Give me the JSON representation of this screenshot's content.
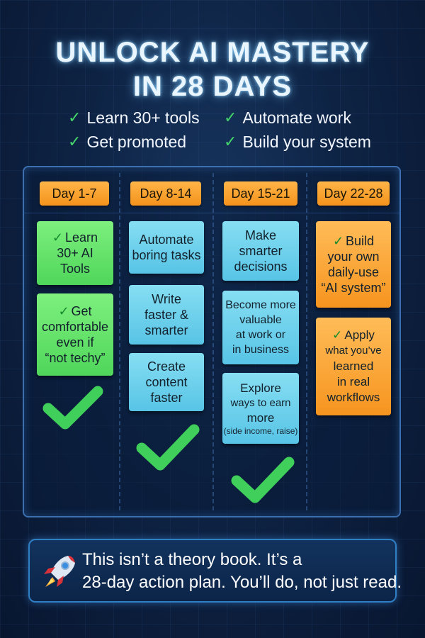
{
  "title": {
    "line1": "UNLOCK AI MASTERY",
    "line2": "IN 28 DAYS"
  },
  "benefits": [
    "Learn 30+ tools",
    "Automate work",
    "Get promoted",
    "Build your system"
  ],
  "columns": [
    {
      "day": "Day 1-7",
      "color": "green",
      "cards": [
        {
          "lines": [
            "Learn",
            "30+ AI",
            "Tools"
          ],
          "check": true
        },
        {
          "lines": [
            "Get",
            "comfortable",
            "even if",
            "“not techy”"
          ],
          "check": true
        }
      ]
    },
    {
      "day": "Day 8-14",
      "color": "blue",
      "cards": [
        {
          "lines": [
            "Automate",
            "boring tasks"
          ]
        },
        {
          "lines": [
            "Write",
            "faster &",
            "smarter"
          ]
        },
        {
          "lines": [
            "Create",
            "content",
            "faster"
          ]
        }
      ]
    },
    {
      "day": "Day 15-21",
      "color": "blue",
      "cards": [
        {
          "lines": [
            "Make",
            "smarter",
            "decisions"
          ]
        },
        {
          "lines": [
            "Become more",
            "valuable",
            "at work or",
            "in business"
          ]
        },
        {
          "lines": [
            "Explore",
            "ways to earn",
            "more"
          ],
          "note": "(side income, raise)"
        }
      ]
    },
    {
      "day": "Day 22-28",
      "color": "orange",
      "cards": [
        {
          "lines": [
            "Build",
            "your own",
            "daily-use",
            "“AI system”"
          ],
          "check": true
        },
        {
          "lines": [
            "Apply",
            "what you’ve",
            "learned",
            "in real",
            "workflows"
          ],
          "check": true
        }
      ]
    }
  ],
  "banner": {
    "line1": "This isn’t a theory book. It’s a",
    "line2": "28-day action plan. You’ll do, not just read.",
    "icon": "rocket-icon"
  },
  "colors": {
    "accent_glow": "#78c8ff",
    "check_green": "#45d66b",
    "day_badge": "#f4921c",
    "card_green": "#5ede66",
    "card_blue": "#6cd0ec",
    "card_orange": "#f8a534"
  }
}
